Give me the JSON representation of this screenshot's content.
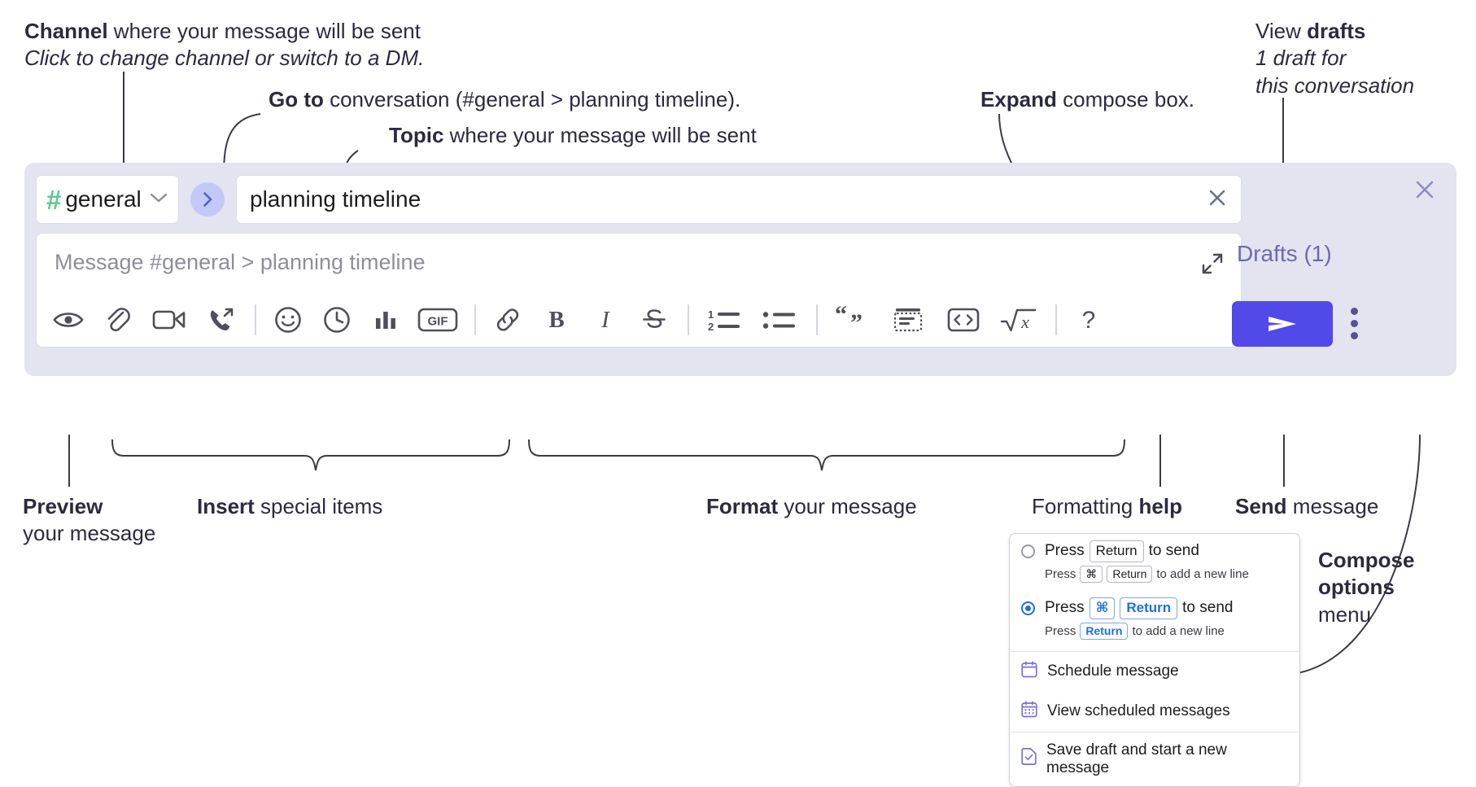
{
  "annotations": {
    "channel": {
      "bold": "Channel",
      "rest": " where your message will be sent",
      "sub": "Click to change channel or switch to a DM."
    },
    "goto": {
      "bold": "Go to",
      "rest": " conversation (#general > planning timeline)."
    },
    "topic": {
      "bold": "Topic",
      "rest": " where your message will be sent"
    },
    "expand": {
      "bold": "Expand",
      "rest": " compose box."
    },
    "drafts": {
      "pre": "View ",
      "bold": "drafts",
      "sub1": "1 draft for",
      "sub2": "this conversation"
    },
    "preview": {
      "bold": "Preview",
      "sub": "your message"
    },
    "insert": {
      "bold": "Insert",
      "rest": " special items"
    },
    "format": {
      "bold": "Format",
      "rest": " your message"
    },
    "help": {
      "pre": "Formatting ",
      "bold": "help"
    },
    "send": {
      "bold": "Send",
      "rest": " message"
    },
    "compose_options": {
      "bold1": "Compose",
      "bold2": "options",
      "rest": "menu"
    }
  },
  "compose": {
    "channel": {
      "hash": "#",
      "name": "general",
      "chevron": "chevron-down"
    },
    "goto_button_label": "›",
    "topic": {
      "value": "planning timeline",
      "clear_label": "×"
    },
    "message": {
      "placeholder": "Message #general > planning timeline",
      "value": ""
    },
    "toolbar": {
      "groups": [
        {
          "name": "preview",
          "icons": [
            "eye-icon"
          ]
        },
        {
          "name": "insert",
          "icons": [
            "paperclip-icon",
            "video-camera-icon",
            "phone-call-icon"
          ]
        },
        {
          "name": "insert2",
          "icons": [
            "emoji-icon",
            "clock-icon",
            "poll-bar-chart-icon",
            "gif-icon"
          ]
        },
        {
          "name": "format",
          "icons": [
            "link-icon",
            "bold-icon",
            "italic-icon",
            "strikethrough-icon"
          ]
        },
        {
          "name": "format2",
          "icons": [
            "ordered-list-icon",
            "bulleted-list-icon",
            "blockquote-icon",
            "code-block-icon",
            "code-icon",
            "math-icon"
          ]
        },
        {
          "name": "help",
          "icons": [
            "question-mark-icon"
          ]
        }
      ],
      "gif_label": "GIF",
      "bold_label": "B",
      "italic_label": "I",
      "help_label": "?",
      "list_one": "1",
      "list_two": "2"
    },
    "drafts_label": "Drafts (1)",
    "send_label": "send-arrow",
    "close_label": "×",
    "kebab_label": "compose-options"
  },
  "options_menu": {
    "option_return": {
      "selected": false,
      "pre": "Press",
      "key": "Return",
      "post": "to send",
      "sub_pre": "Press",
      "sub_key1": "⌘",
      "sub_key2": "Return",
      "sub_post": "to add a new line"
    },
    "option_cmd_return": {
      "selected": true,
      "pre": "Press",
      "key1": "⌘",
      "key2": "Return",
      "post": "to send",
      "sub_pre": "Press",
      "sub_key": "Return",
      "sub_post": "to add a new line"
    },
    "items": [
      {
        "icon": "calendar-schedule-icon",
        "label": "Schedule message"
      },
      {
        "icon": "calendar-grid-icon",
        "label": "View scheduled messages"
      },
      {
        "icon": "save-draft-icon",
        "label": "Save draft and start a new message"
      }
    ]
  },
  "colors": {
    "panel_bg": "#e3e4f0",
    "accent_purple": "#5149e8",
    "hash_green": "#5bc98f",
    "goto_blue_bg": "#c2c9f7",
    "goto_blue_fg": "#4a62e0",
    "drafts_text": "#6a6ab0",
    "annotation_text": "#2c2a3f",
    "key_blue": "#1d6fe0"
  }
}
